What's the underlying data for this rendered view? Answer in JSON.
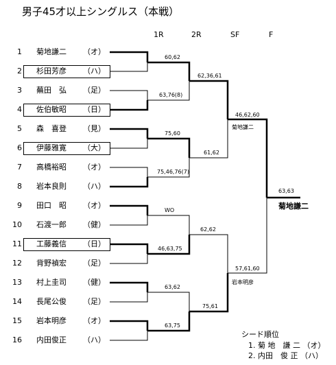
{
  "title": "男子45才以上シングルス（本戦）",
  "rounds": [
    "1R",
    "2R",
    "SF",
    "F"
  ],
  "players": [
    {
      "num": "1",
      "name": "菊地謙二",
      "team": "（オ）",
      "seeded": false
    },
    {
      "num": "2",
      "name": "杉田芳彦",
      "team": "（ハ）",
      "seeded": true
    },
    {
      "num": "3",
      "name": "蕪田　弘",
      "team": "（足）",
      "seeded": false
    },
    {
      "num": "4",
      "name": "佐伯敏昭",
      "team": "（日）",
      "seeded": true
    },
    {
      "num": "5",
      "name": "森　喜登",
      "team": "（見）",
      "seeded": false
    },
    {
      "num": "6",
      "name": "伊藤雅寛",
      "team": "（大）",
      "seeded": true
    },
    {
      "num": "7",
      "name": "高橋裕昭",
      "team": "（オ）",
      "seeded": false
    },
    {
      "num": "8",
      "name": "岩本良則",
      "team": "（ハ）",
      "seeded": false
    },
    {
      "num": "9",
      "name": "田口　昭",
      "team": "（オ）",
      "seeded": false
    },
    {
      "num": "10",
      "name": "石渡一郎",
      "team": "（健）",
      "seeded": false
    },
    {
      "num": "11",
      "name": "工藤義信",
      "team": "（日）",
      "seeded": true
    },
    {
      "num": "12",
      "name": "背野禎宏",
      "team": "（足）",
      "seeded": false
    },
    {
      "num": "13",
      "name": "村上圭司",
      "team": "（健）",
      "seeded": false
    },
    {
      "num": "14",
      "name": "長尾公俊",
      "team": "（足）",
      "seeded": false
    },
    {
      "num": "15",
      "name": "岩本明彦",
      "team": "（オ）",
      "seeded": false
    },
    {
      "num": "16",
      "name": "内田俊正",
      "team": "（ハ）",
      "seeded": false
    }
  ],
  "scores": {
    "r1_m1": "60,62",
    "r1_m2": "63,76(8)",
    "r1_m3": "75,60",
    "r1_m4": "75,46,76(7)",
    "r1_m5": "WO",
    "r1_m6": "46,63,75",
    "r1_m7": "63,62",
    "r1_m8": "63,75",
    "r2_m1": "62,36,61",
    "r2_m2": "61,62",
    "r2_m3": "62,62",
    "r2_m4": "75,61",
    "sf_m1": "46,62,60",
    "sf_m2": "57,61,60",
    "f": "63,63"
  },
  "sf_winners": {
    "top": "菊地謙二",
    "bottom": "岩本明彦"
  },
  "champion": "菊地謙二",
  "seeds": {
    "title": "シード順位",
    "items": [
      "1. 菊 地　謙 二 （オ）",
      "2. 内田　俊 正 （ハ）"
    ]
  }
}
